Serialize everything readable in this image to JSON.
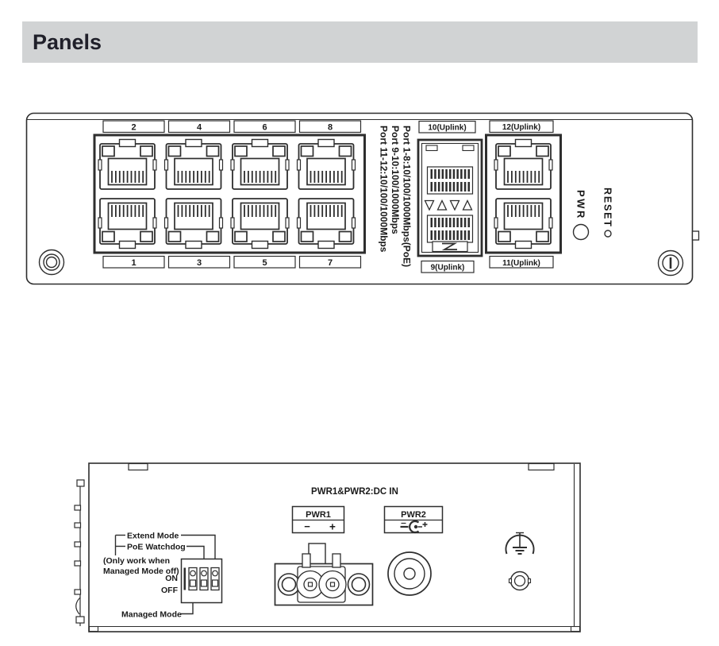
{
  "page": {
    "title": "Panels"
  },
  "colors": {
    "header_bg": "#d1d3d4",
    "header_text": "#20202a",
    "line_art": "#2e2e2e"
  },
  "icons": {
    "screw": "screw-icon",
    "pwr_led": "led-circle",
    "reset_hole": "small-circle",
    "dc_polarity": "minus-outside-plus-center",
    "ground": "protective-earth-symbol",
    "sfp_markers": "down-up-triangles"
  },
  "front_panel": {
    "port_labels_top": [
      "2",
      "4",
      "6",
      "8"
    ],
    "port_labels_bottom": [
      "1",
      "3",
      "5",
      "7"
    ],
    "sfp": {
      "top": "10(Uplink)",
      "bottom": "9(Uplink)"
    },
    "uplink": {
      "top": "12(Uplink)",
      "bottom": "11(Uplink)"
    },
    "speed_notes": [
      "Port 1-8:10/100/1000Mbps(PoE)",
      "Port 9-10:100/1000Mbps",
      "Port 11-12:10/100/1000Mbps"
    ],
    "pwr_label": "PWR",
    "reset_label": "RESET"
  },
  "rear_panel": {
    "heading": "PWR1&PWR2:DC IN",
    "pwr1": {
      "label": "PWR1",
      "minus": "−",
      "plus": "+"
    },
    "pwr2": {
      "label": "PWR2"
    },
    "dip": {
      "extend_mode": "Extend Mode",
      "poe_watchdog": "PoE Watchdog",
      "note_line1": "(Only work when",
      "note_line2": "Managed Mode off)",
      "on": "ON",
      "off": "OFF",
      "managed_mode": "Managed Mode"
    }
  }
}
